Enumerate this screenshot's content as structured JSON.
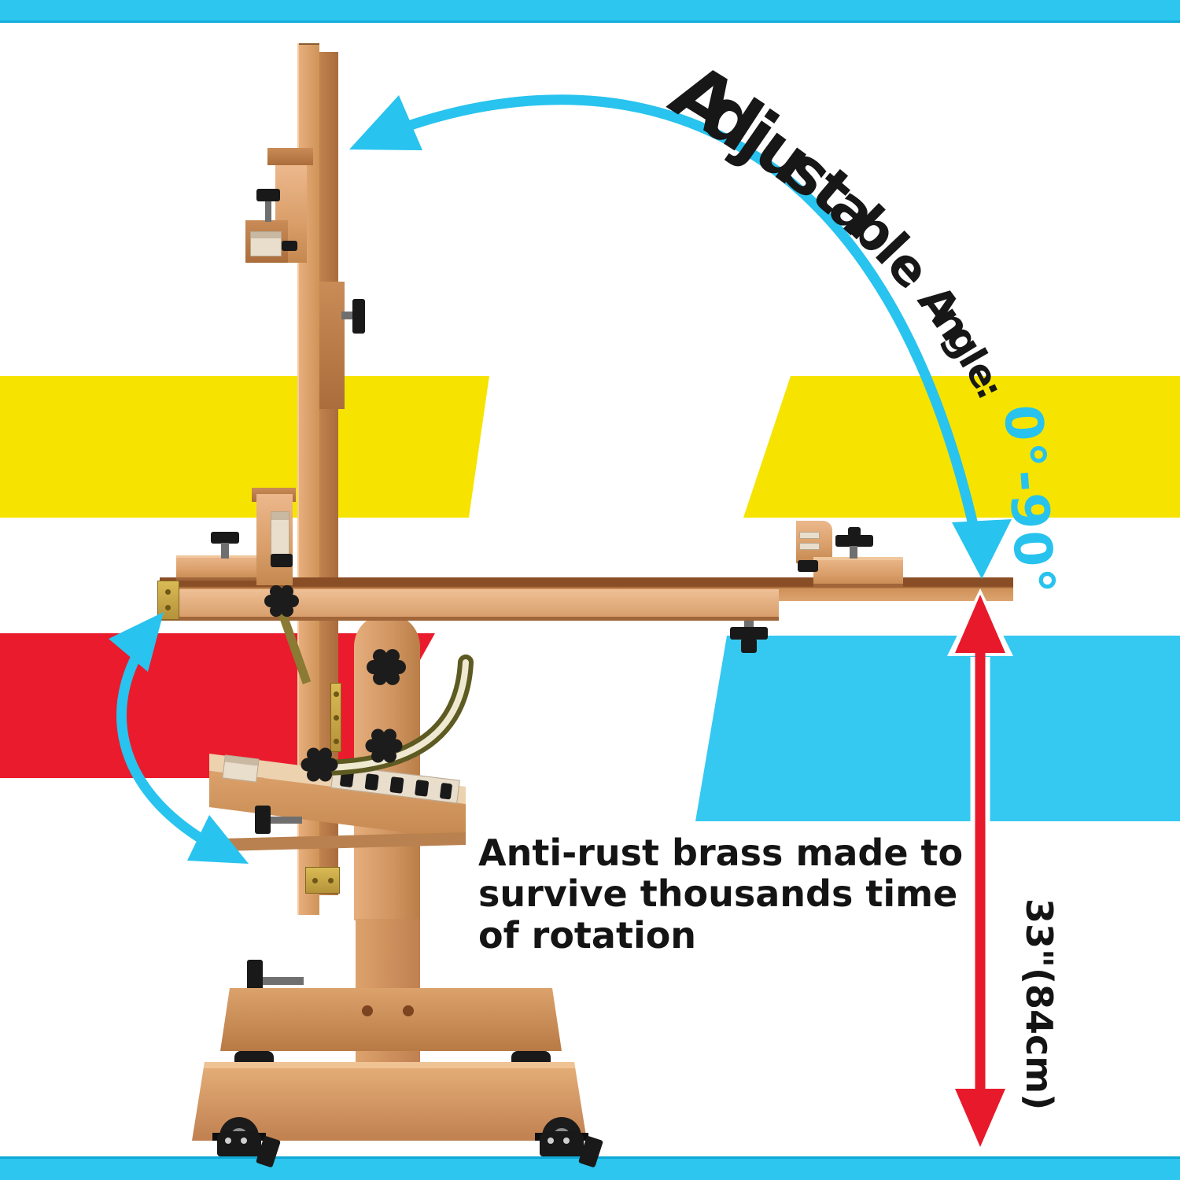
{
  "annotations": {
    "adjustable_angle_label": "Adjustable Angle:",
    "angle_range": "0°-90°",
    "anti_rust_note": "Anti-rust brass made to\nsurvive thousands time\nof rotation",
    "height_measurement": "33\"(84cm)"
  },
  "colors": {
    "stripe_cyan": "#31c6f0",
    "stripe_yellow": "#f6e400",
    "stripe_red": "#ea1b2c",
    "arrow_cyan": "#28c3ee",
    "arrow_red": "#e8192b",
    "wood": "#d99e69",
    "brass": "#b5923a",
    "knob_black": "#191919",
    "text_black": "#141414"
  },
  "graphics": {
    "subject": "wooden-studio-easel-side-view",
    "icons": [
      {
        "name": "tilt-arc-arrow",
        "color": "#28c3ee"
      },
      {
        "name": "rotation-curve-arrow",
        "color": "#28c3ee"
      },
      {
        "name": "height-measure-arrow",
        "color": "#e8192b"
      }
    ],
    "stripes": [
      "top-cyan-bar",
      "left-yellow",
      "right-yellow",
      "left-red",
      "right-cyan",
      "bottom-cyan-bar"
    ]
  }
}
